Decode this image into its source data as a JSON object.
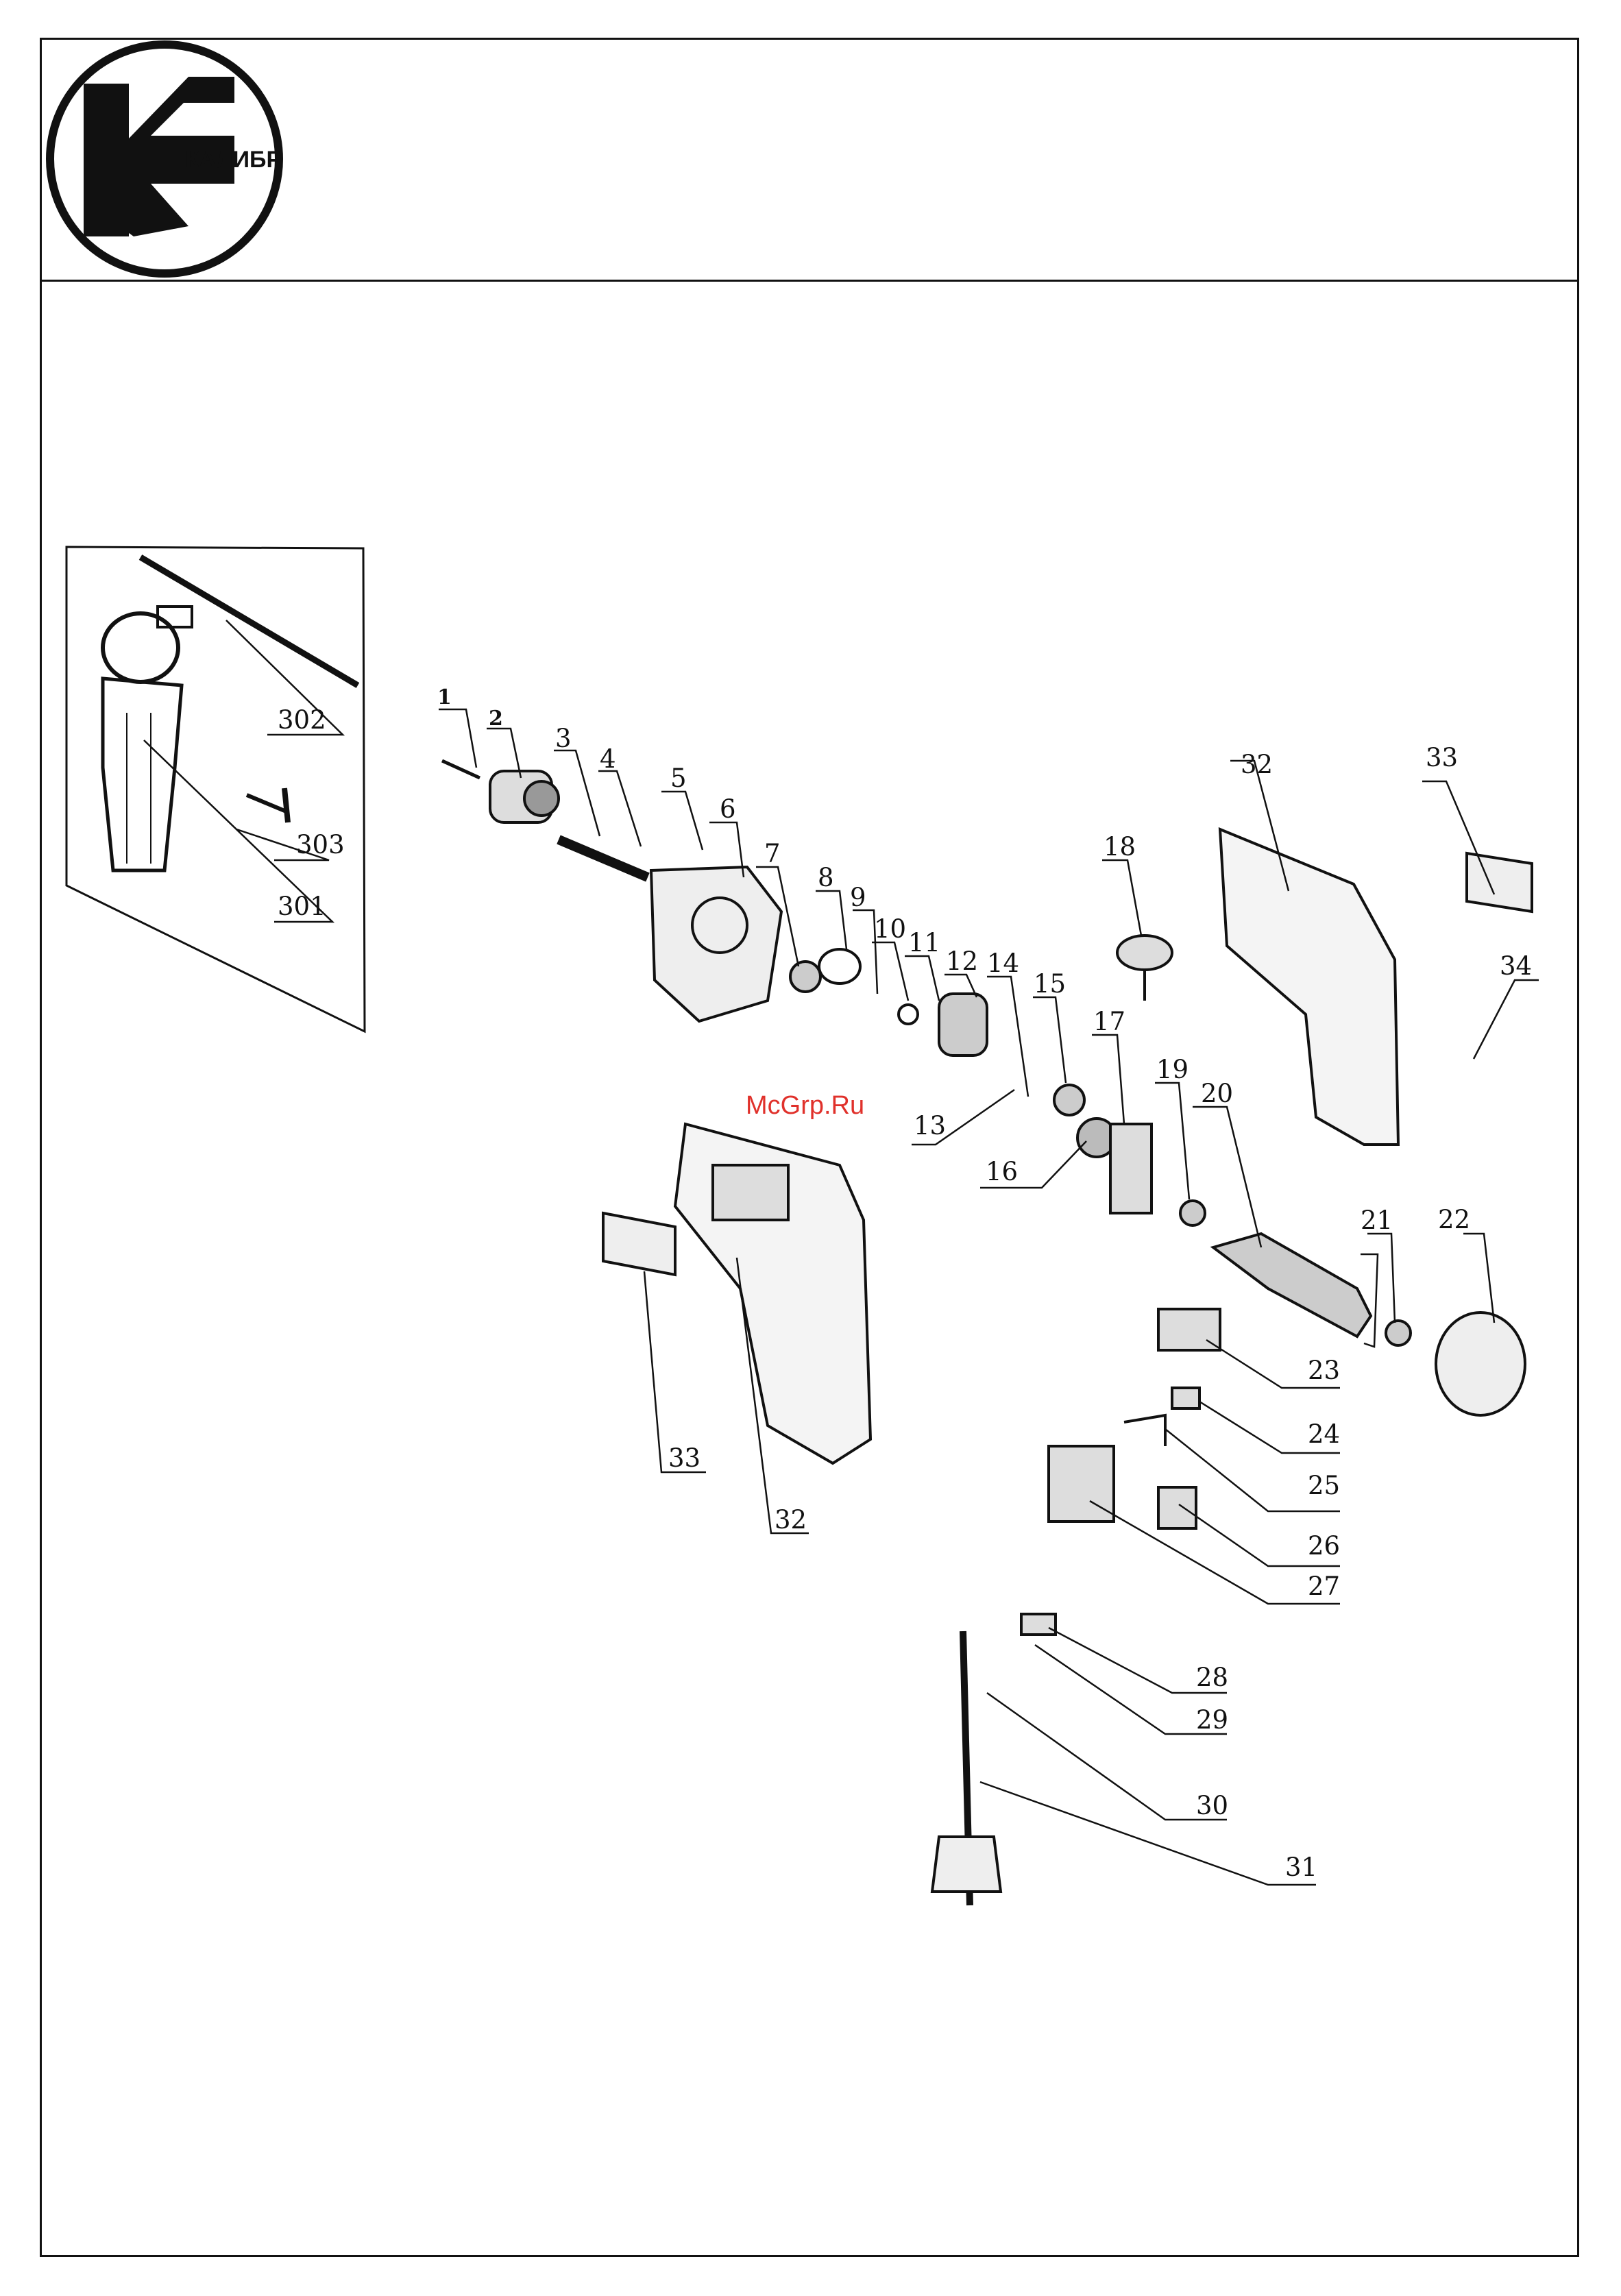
{
  "logo": {
    "text": "КАЛИБР"
  },
  "watermark": "McGrp.Ru",
  "callouts": [
    "1",
    "2",
    "3",
    "4",
    "5",
    "6",
    "7",
    "8",
    "9",
    "10",
    "11",
    "12",
    "13",
    "14",
    "15",
    "16",
    "17",
    "18",
    "19",
    "20",
    "21",
    "22",
    "23",
    "24",
    "25",
    "26",
    "27",
    "28",
    "29",
    "30",
    "31",
    "32",
    "32",
    "32",
    "33",
    "33",
    "34",
    "301",
    "302",
    "303"
  ]
}
